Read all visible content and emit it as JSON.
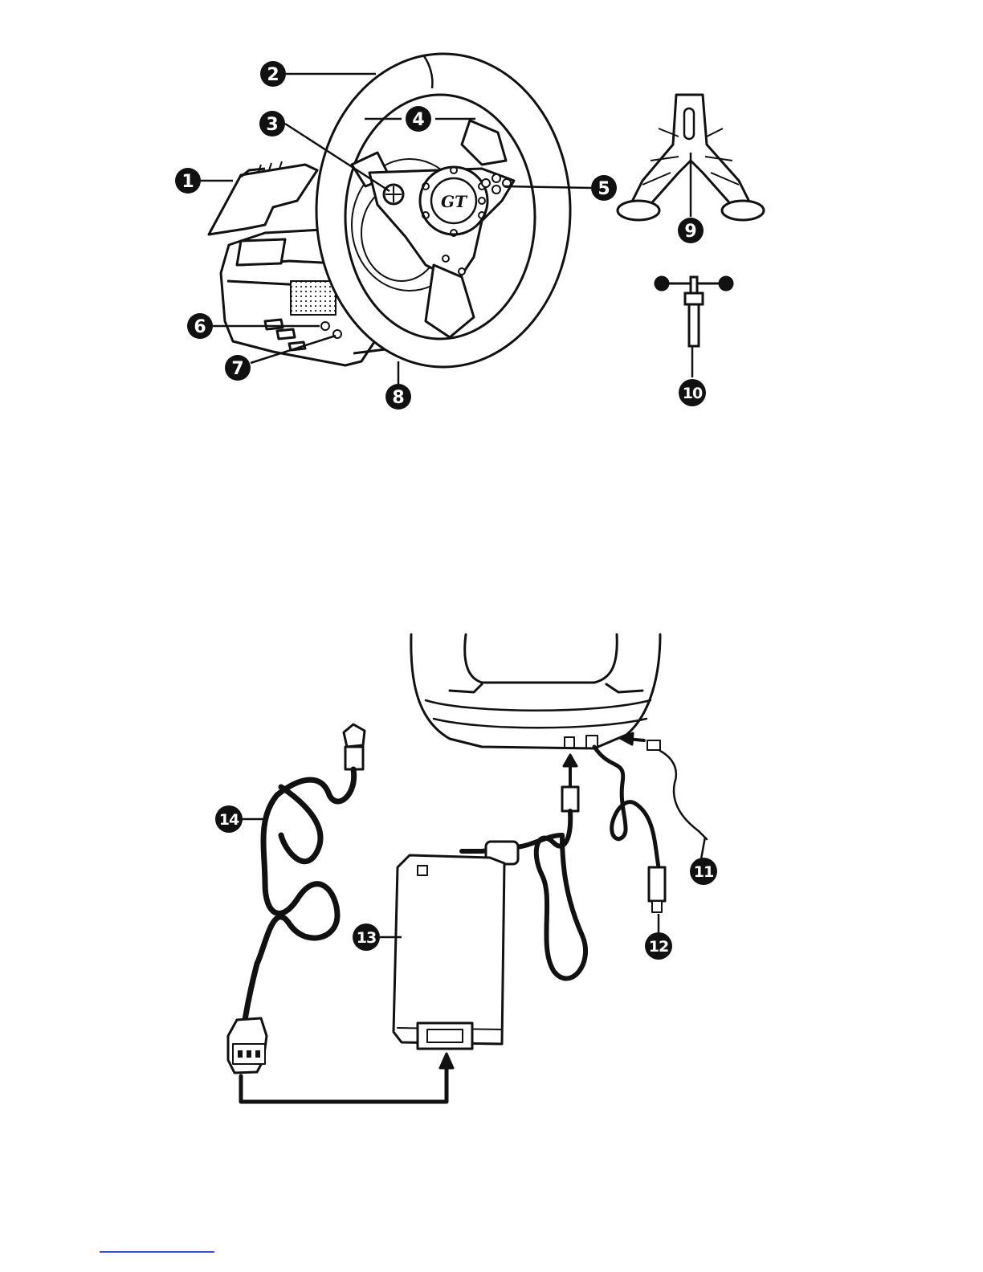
{
  "callouts_top": [
    "1",
    "2",
    "3",
    "4",
    "5",
    "6",
    "7",
    "8",
    "9",
    "10"
  ],
  "callouts_bottom": [
    "11",
    "12",
    "13",
    "14"
  ],
  "colors": {
    "ink": "#111111",
    "paper": "#ffffff",
    "footer_rule": "#3355cc"
  }
}
